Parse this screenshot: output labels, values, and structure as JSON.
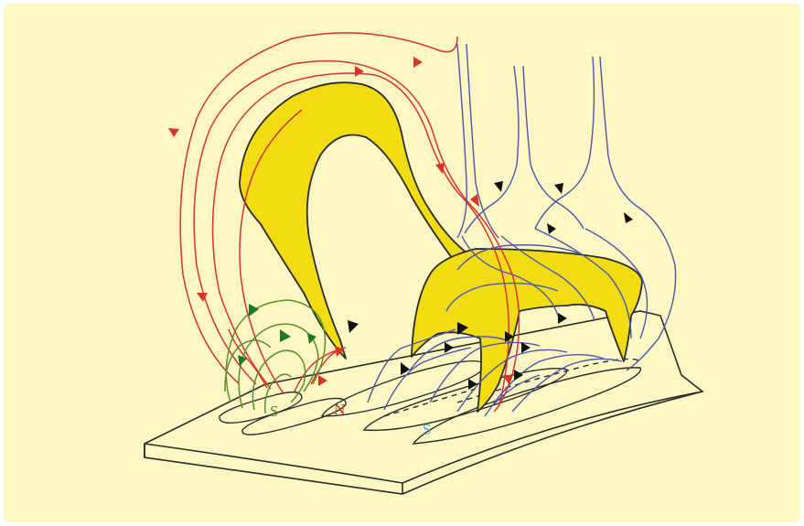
{
  "colors": {
    "background": "#fdf7c4",
    "outline": "#2b2b2b",
    "prominence": "#f1dc12",
    "red_field": "#d8342a",
    "green_field": "#5a8f2f",
    "green_arrow": "#1f7a1f",
    "blue_field": "#4d56a8",
    "black_arrow": "#111111"
  },
  "labels": {
    "s_green": "S",
    "n_red": "N",
    "s_blue": "S"
  },
  "label_colors": {
    "s_green": "#4f8a28",
    "n_red": "#c0392b",
    "s_blue": "#5ba3d6"
  }
}
